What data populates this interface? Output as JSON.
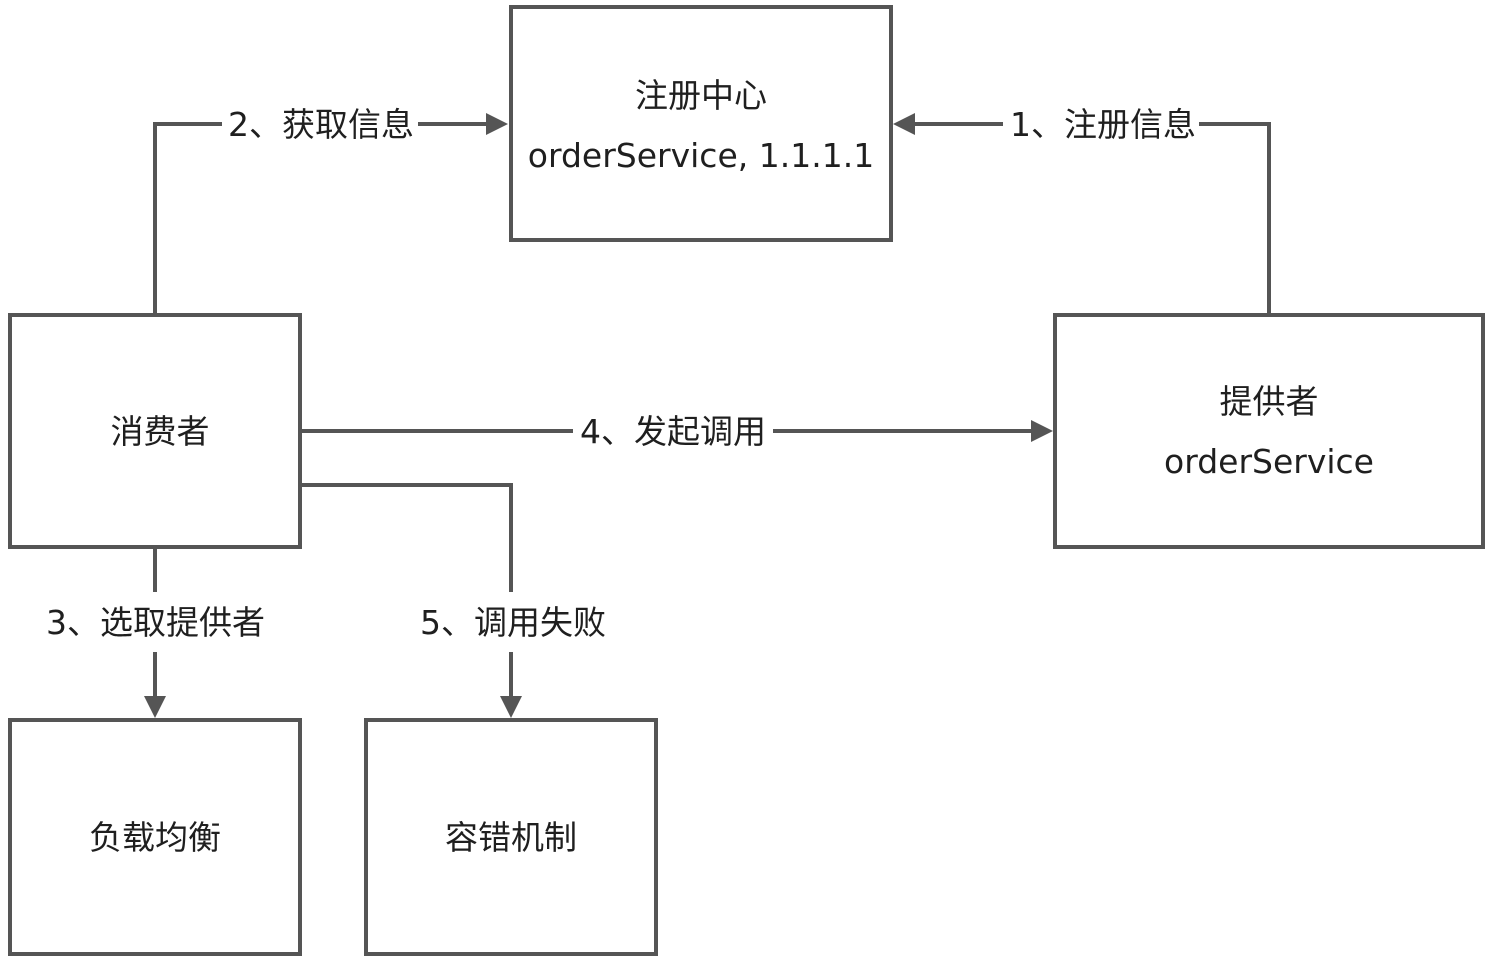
{
  "nodes": {
    "registry": {
      "line1": "注册中心",
      "line2": "orderService, 1.1.1.1"
    },
    "consumer": {
      "label": "消费者"
    },
    "provider": {
      "line1": "提供者",
      "line2": "orderService"
    },
    "load_balancing": {
      "label": "负载均衡"
    },
    "fault_tolerance": {
      "label": "容错机制"
    }
  },
  "edges": {
    "register": "1、注册信息",
    "fetch": "2、获取信息",
    "select": "3、选取提供者",
    "invoke": "4、发起调用",
    "fail": "5、调用失败"
  },
  "colors": {
    "stroke": "#555555",
    "text": "#1f1f1f",
    "background": "#ffffff"
  }
}
